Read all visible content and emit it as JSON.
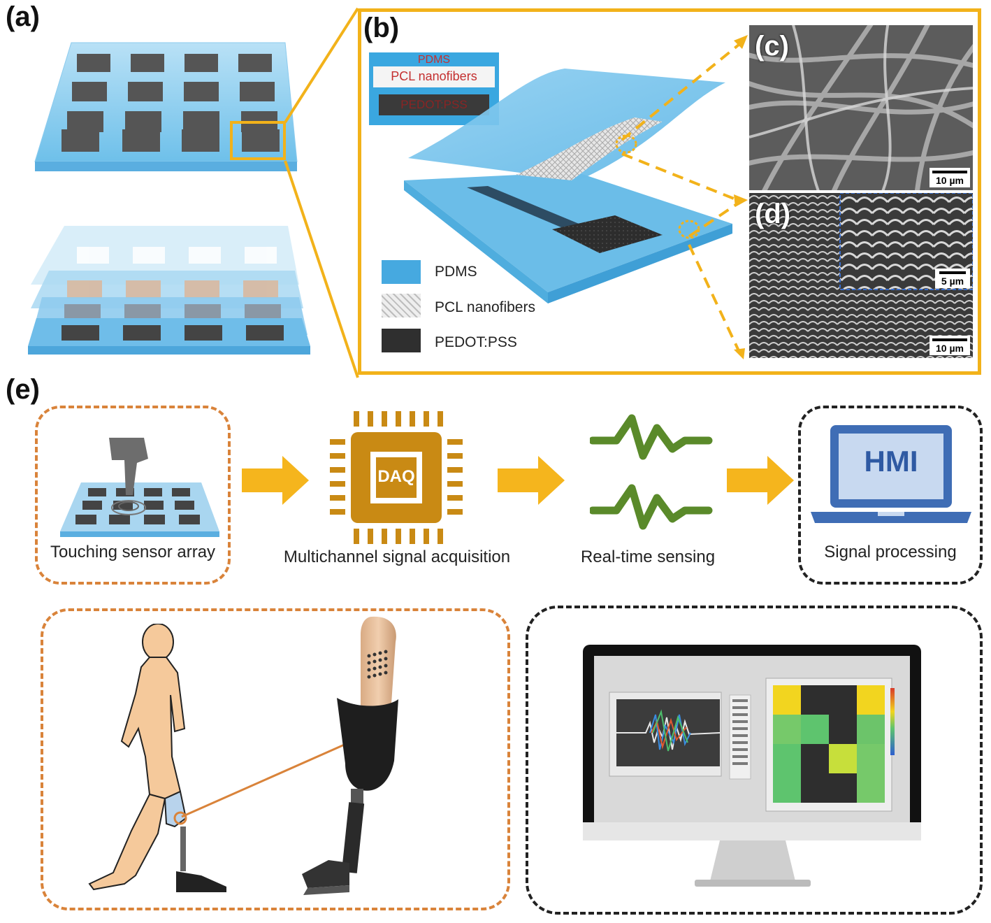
{
  "panels": {
    "a": "(a)",
    "b": "(b)",
    "c": "(c)",
    "d": "(d)",
    "e": "(e)"
  },
  "layer_inset": {
    "pdms": "PDMS",
    "pcl": "PCL nanofibers",
    "pedot": "PEDOT:PSS"
  },
  "legend": {
    "pdms": "PDMS",
    "pcl": "PCL nanofibers",
    "pedot": "PEDOT:PSS"
  },
  "scale_bars": {
    "c": "10 µm",
    "d_inset": "5 µm",
    "d": "10 µm"
  },
  "workflow": {
    "sensor_array": "Touching sensor array",
    "daq_chip": "DAQ",
    "daq_caption": "Multichannel signal acquisition",
    "sensing_caption": "Real-time sensing",
    "hmi_screen": "HMI",
    "hmi_caption": "Signal processing"
  },
  "colors": {
    "pdms_blue": "#5bb6e6",
    "gold_frame": "#f2b21a",
    "arrow_yellow": "#f5b51d",
    "daq_brown": "#c98a14",
    "wave_green": "#5a8a2a",
    "laptop_blue": "#3f6db5",
    "orange_dash": "#d9833a",
    "skin": "#f5c99b"
  }
}
